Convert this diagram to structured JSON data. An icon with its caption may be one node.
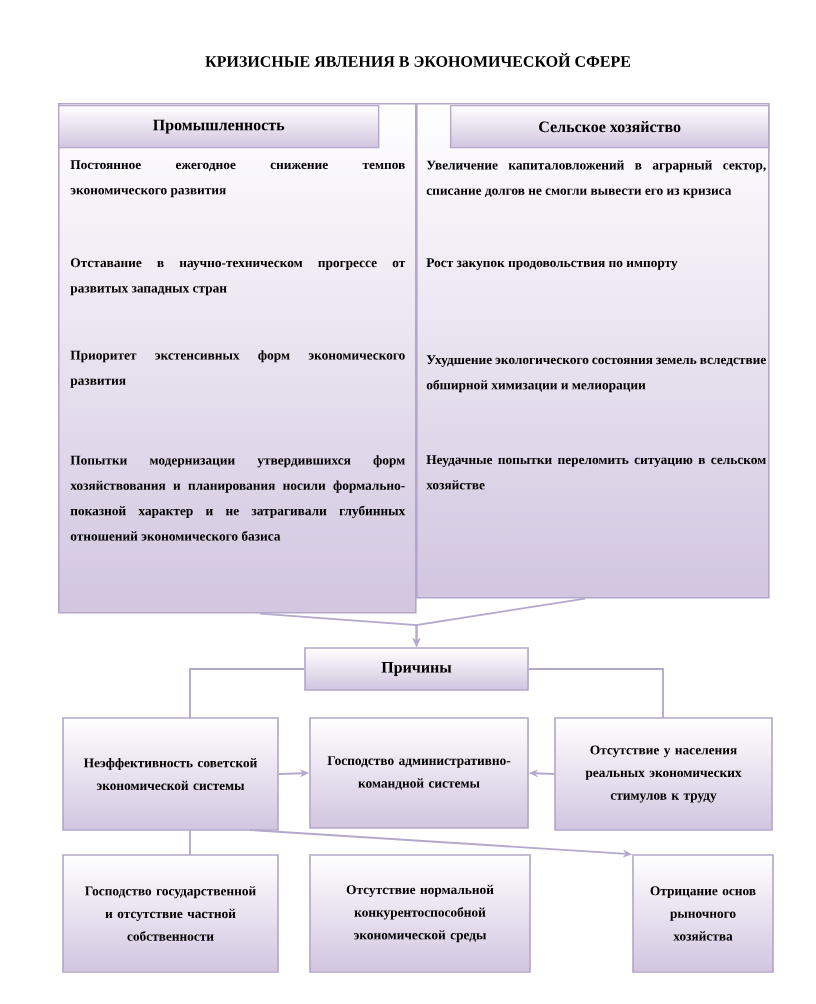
{
  "diagram": {
    "title": "КРИЗИСНЫЕ ЯВЛЕНИЯ В ЭКОНОМИЧЕСКОЙ СФЕРЕ",
    "nodes": [
      {
        "text": [
          "Промышленность",
          "Постоянное ежегодное снижение темпов экономического развития",
          "Отставание в научно-техническом прогрессе от развитых западных стран",
          "Приоритет экстенсивных форм экономического развития",
          "Попытки модернизации утвердившихся форм хозяйствования и планирования носили формально-показной характер и не затрагивали глубинных отношений экономического базиса"
        ]
      },
      {
        "text": [
          "Сельское хозяйство",
          "Увеличение капиталовложений в аграрный сектор, списание долгов не смогли вывести его из кризиса",
          "Рост закупок продовольствия по импорту",
          "Ухудшение экологического состояния земель вследствие обширной химизации и мелиорации",
          "Неудачные попытки переломить ситуацию в сельском хозяйстве"
        ]
      },
      {
        "text": [
          "Причины"
        ]
      },
      {
        "text": [
          "Неэффективность советской экономической системы"
        ]
      },
      {
        "text": [
          "Господство административно-командной системы"
        ]
      },
      {
        "text": [
          "Отсутствие у населения реальных экономических стимулов к труду"
        ]
      },
      {
        "text": [
          "Господство государственной и отсутствие частной собственности"
        ]
      },
      {
        "text": [
          "Отсутствие нормальной конкурентоспособной экономической среды"
        ]
      },
      {
        "text": [
          "Отрицание основ рыночного хозяйства"
        ]
      }
    ],
    "edges": [
      {
        "from": 0,
        "to": 2,
        "arrow": "to"
      },
      {
        "from": 1,
        "to": 2,
        "arrow": "to"
      },
      {
        "from": 2,
        "to": 3,
        "arrow": "none"
      },
      {
        "from": 2,
        "to": 5,
        "arrow": "none"
      },
      {
        "from": 3,
        "to": 4,
        "arrow": "to"
      },
      {
        "from": 5,
        "to": 4,
        "arrow": "to"
      },
      {
        "from": 3,
        "to": 6,
        "arrow": "none"
      },
      {
        "from": 3,
        "to": 8,
        "arrow": "to"
      }
    ]
  }
}
